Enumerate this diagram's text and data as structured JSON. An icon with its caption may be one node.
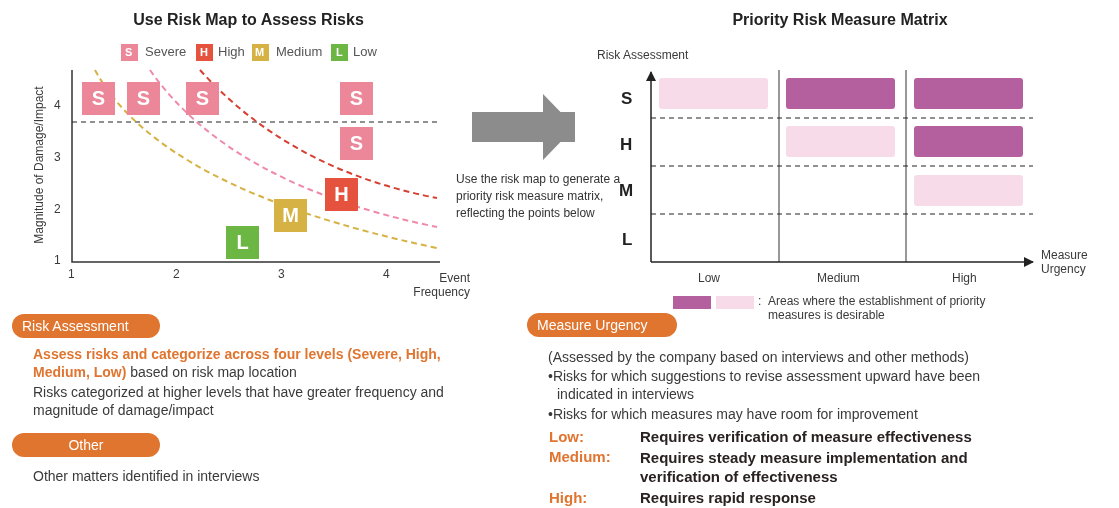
{
  "diagram": {
    "nodes": [
      {
        "text": [
          "Use Risk Map to Assess Risks"
        ]
      },
      {
        "text": [
          "S"
        ],
        "in": 0
      },
      {
        "text": [
          "S"
        ],
        "in": 0
      },
      {
        "text": [
          "S"
        ],
        "in": 0
      },
      {
        "text": [
          "S"
        ],
        "in": 0
      },
      {
        "text": [
          "S"
        ],
        "in": 0
      },
      {
        "text": [
          "H"
        ],
        "in": 0
      },
      {
        "text": [
          "M"
        ],
        "in": 0
      },
      {
        "text": [
          "L"
        ],
        "in": 0
      },
      {
        "text": [
          "Priority Risk Measure Matrix"
        ]
      },
      {
        "text": [
          "Risk Assessment"
        ]
      },
      {
        "text": [
          "Other"
        ]
      },
      {
        "text": [
          "Measure Urgency"
        ]
      }
    ],
    "edges": [
      {
        "from": 0,
        "to": 9,
        "arrow": "to",
        "color": "#8c8c8c",
        "label": "Use the risk map to generate a priority risk measure matrix, reflecting the points below"
      }
    ],
    "labels": [
      "S",
      "H",
      "M",
      "L",
      "4",
      "3",
      "2",
      "1",
      "Magnitude of Damage/Impact",
      "1",
      "2",
      "3",
      "4",
      "Event Frequency",
      "Risk Assessment",
      "S",
      "H",
      "M",
      "L",
      "Low",
      "Medium",
      "High",
      "Measure Urgency",
      ":",
      "Areas where the establishment of priority measures is desirable",
      "**Assess risks and categorize across four levels (Severe, High, Medium, Low)** based on risk map location",
      "Risks categorized at higher levels that have greater frequency and magnitude of damage/impact",
      "Other matters identified in interviews",
      "(Assessed by the company based on interviews and other methods)",
      "•Risks for which suggestions to revise assessment upward have been indicated in interviews",
      "•Risks for which measures may have room for improvement",
      "Low:",
      "Requires verification of measure effectiveness",
      "Medium:",
      "Requires steady measure implementation and verification of effectiveness",
      "High:",
      "Requires rapid response"
    ],
    "legend": [
      {
        "text": "Severe",
        "color": "#ec8799"
      },
      {
        "text": "High",
        "color": "#e5533f"
      },
      {
        "text": "Medium",
        "color": "#d6b143"
      },
      {
        "text": "Low",
        "color": "#6cb644"
      }
    ]
  }
}
